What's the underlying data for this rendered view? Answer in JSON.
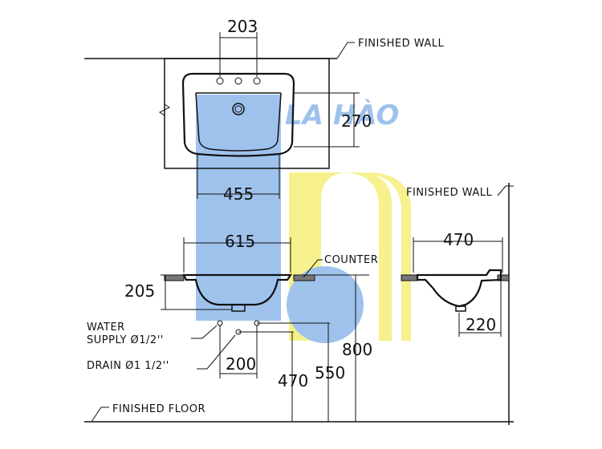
{
  "labels": {
    "finished_wall_top": "FINISHED  WALL",
    "finished_wall_side": "FINISHED  WALL",
    "counter": "COUNTER",
    "water_supply_1": "WATER",
    "water_supply_2": "SUPPLY Ø1/2''",
    "drain": "DRAIN Ø1  1/2''",
    "finished_floor": "FINISHED  FLOOR"
  },
  "dimensions": {
    "top_faucet": "203",
    "top_depth": "270",
    "top_width": "455",
    "front_width": "615",
    "front_depth": "205",
    "supply_spacing": "200",
    "drain_height": "470",
    "supply_height": "550",
    "counter_height": "800",
    "side_depth": "470",
    "side_bowl": "220"
  },
  "watermark": {
    "text": "LA HÀO",
    "blue": "#8fb8ea",
    "yellow": "#f5ef7a"
  }
}
